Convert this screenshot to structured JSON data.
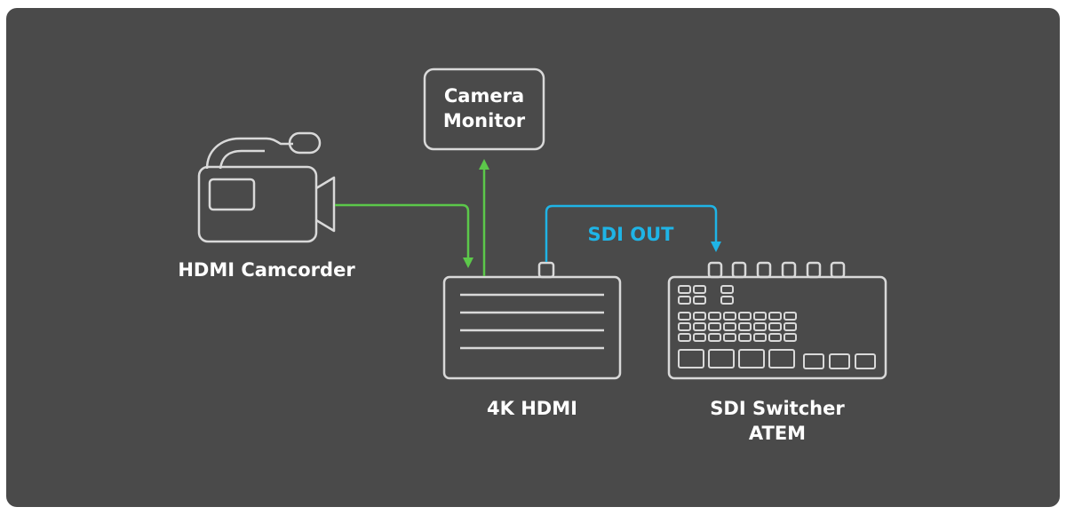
{
  "labels": {
    "camera_monitor_line1": "Camera",
    "camera_monitor_line2": "Monitor",
    "camcorder": "HDMI Camcorder",
    "converter": "4K HDMI",
    "switcher_line1": "SDI Switcher",
    "switcher_line2": "ATEM",
    "sdi_out": "SDI OUT"
  },
  "colors": {
    "background": "#4a4a4a",
    "outline": "#d9d9d9",
    "hdmi_link": "#5cc84a",
    "sdi_link": "#1fb4e6"
  },
  "icons": {
    "camcorder": "video-camera-icon",
    "converter": "converter-box-icon",
    "switcher": "switcher-panel-icon"
  }
}
